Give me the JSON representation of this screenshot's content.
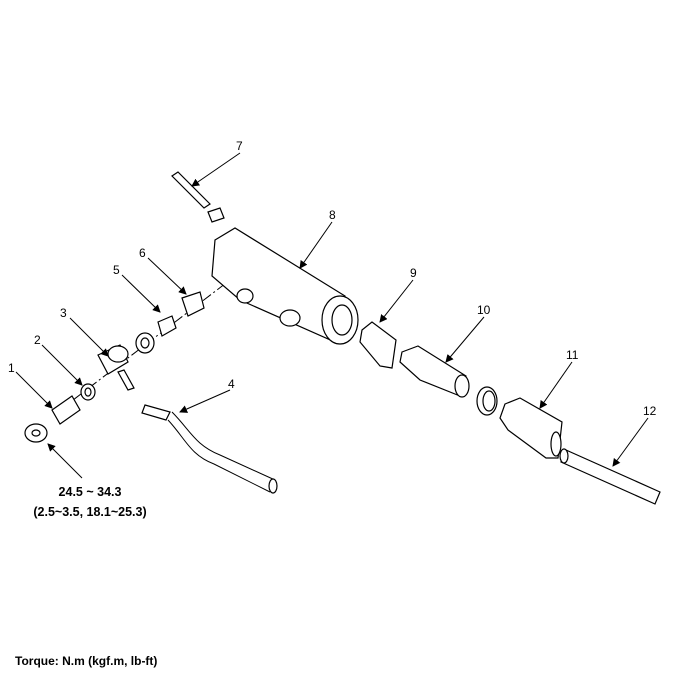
{
  "diagram": {
    "callouts": [
      "1",
      "2",
      "3",
      "4",
      "5",
      "6",
      "7",
      "8",
      "9",
      "10",
      "11",
      "12"
    ],
    "torque_spec": {
      "nm": "24.5 ~ 34.3",
      "other_units": "(2.5~3.5, 18.1~25.3)"
    },
    "torque_units_label": "Torque: N.m (kgf.m, lb-ft)"
  }
}
